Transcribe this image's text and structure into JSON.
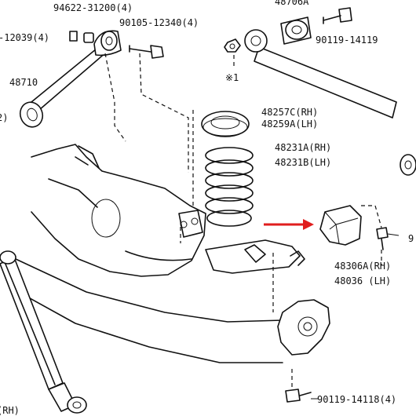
{
  "callouts": {
    "p_94622_31200": "94622-31200(4)",
    "p_48706a": "48706A",
    "p_12039": "-12039(4)",
    "p_90105_12340": "90105-12340(4)",
    "p_90119_14119": "90119-14119",
    "p_note1": "※1",
    "p_48710": "48710",
    "p_2": "2)",
    "p_48257c": "48257C(RH)",
    "p_48259a": "48259A(LH)",
    "p_48231a": "48231A(RH)",
    "p_48231b": "48231B(LH)",
    "p_9": "9",
    "p_48306a": "48306A(RH)",
    "p_48036": "48036  (LH)",
    "p_90119_14118": "90119-14118(4)",
    "p_rh": "(RH)"
  },
  "colors": {
    "arrow": "#e01e1e",
    "ink": "#111111",
    "background": "#ffffff"
  }
}
